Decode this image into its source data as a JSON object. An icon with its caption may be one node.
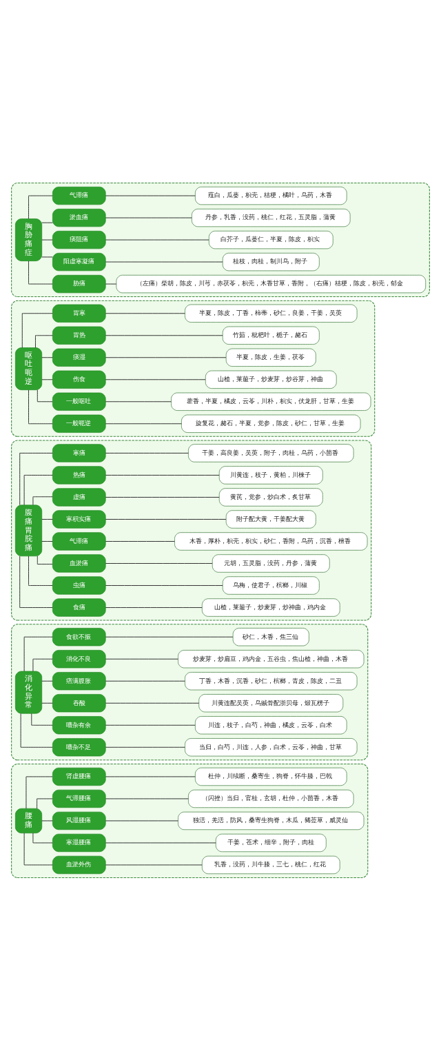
{
  "diagram": {
    "nodes": [
      {
        "text": [],
        "shape": "box"
      },
      {
        "text": [
          "胸胁痛症"
        ],
        "in": 0
      },
      {
        "text": [
          "气滞痛"
        ],
        "in": 0
      },
      {
        "text": [
          "薤白，瓜蒌，枳壳，桔梗，橘叶，乌药，木香"
        ],
        "in": 0
      },
      {
        "text": [
          "淤血痛"
        ],
        "in": 0
      },
      {
        "text": [
          "丹参，乳香，没药，桃仁，红花，五灵脂，蒲黄"
        ],
        "in": 0
      },
      {
        "text": [
          "痰阻痛"
        ],
        "in": 0
      },
      {
        "text": [
          "白芥子，瓜蒌仁，半夏，陈皮，枳实"
        ],
        "in": 0
      },
      {
        "text": [
          "阳虚寒凝痛"
        ],
        "in": 0
      },
      {
        "text": [
          "桂枝，肉桂，制川乌，附子"
        ],
        "in": 0
      },
      {
        "text": [
          "胁痛"
        ],
        "in": 0
      },
      {
        "text": [
          "（左痛）柴胡，陈皮，川芎，赤茯苓，枳壳，木香甘草，香附，（右痛）桔梗，陈皮，枳壳，郁金"
        ],
        "in": 0
      },
      {
        "text": [],
        "shape": "box"
      },
      {
        "text": [
          "呕吐呃逆"
        ],
        "in": 12
      },
      {
        "text": [
          "胃寒"
        ],
        "in": 12
      },
      {
        "text": [
          "半夏，陈皮，丁香，柿蒂，砂仁，良姜，干姜，吴萸"
        ],
        "in": 12
      },
      {
        "text": [
          "胃热"
        ],
        "in": 12
      },
      {
        "text": [
          "竹茹，枇杷叶，栀子，赭石"
        ],
        "in": 12
      },
      {
        "text": [
          "痰湿"
        ],
        "in": 12
      },
      {
        "text": [
          "半夏，陈皮，生姜，茯苓"
        ],
        "in": 12
      },
      {
        "text": [
          "伤食"
        ],
        "in": 12
      },
      {
        "text": [
          "山楂，莱菔子，炒麦芽，炒谷芽，神曲"
        ],
        "in": 12
      },
      {
        "text": [
          "一般呕吐"
        ],
        "in": 12
      },
      {
        "text": [
          "藿香，半夏，橘皮，云苓，川朴，枳实，伏龙肝，甘草，生姜"
        ],
        "in": 12
      },
      {
        "text": [
          "一般呃逆"
        ],
        "in": 12
      },
      {
        "text": [
          "旋复花，赭石，半夏，党参，陈皮，砂仁，甘草，生姜"
        ],
        "in": 12
      },
      {
        "text": [],
        "shape": "box"
      },
      {
        "text": [
          "腹痛胃脘痛"
        ],
        "in": 26
      },
      {
        "text": [
          "寒痛"
        ],
        "in": 26
      },
      {
        "text": [
          "干姜，高良姜，吴萸，附子，肉桂，乌药，小茴香"
        ],
        "in": 26
      },
      {
        "text": [
          "热痛"
        ],
        "in": 26
      },
      {
        "text": [
          "川黄连，枝子，黄柏，川楝子"
        ],
        "in": 26
      },
      {
        "text": [
          "虚痛"
        ],
        "in": 26
      },
      {
        "text": [
          "黄芪，党参，炒白术，炙甘草"
        ],
        "in": 26
      },
      {
        "text": [
          "寒积实痛"
        ],
        "in": 26
      },
      {
        "text": [
          "附子配大黄，干姜配大黄"
        ],
        "in": 26
      },
      {
        "text": [
          "气滞痛"
        ],
        "in": 26
      },
      {
        "text": [
          "木香，厚朴，枳壳，枳实，砂仁，香附，乌药，沉香，檀香"
        ],
        "in": 26
      },
      {
        "text": [
          "血淤痛"
        ],
        "in": 26
      },
      {
        "text": [
          "元胡，五灵脂，没药，丹参，蒲黄"
        ],
        "in": 26
      },
      {
        "text": [
          "虫痛"
        ],
        "in": 26
      },
      {
        "text": [
          "乌梅，使君子，槟榔，川椒"
        ],
        "in": 26
      },
      {
        "text": [
          "食痛"
        ],
        "in": 26
      },
      {
        "text": [
          "山楂，莱菔子，炒麦芽，炒神曲，鸡内金"
        ],
        "in": 26
      },
      {
        "text": [],
        "shape": "box"
      },
      {
        "text": [
          "消化异常"
        ],
        "in": 44
      },
      {
        "text": [
          "食欲不振"
        ],
        "in": 44
      },
      {
        "text": [
          "砂仁，木香，焦三仙"
        ],
        "in": 44
      },
      {
        "text": [
          "消化不良"
        ],
        "in": 44
      },
      {
        "text": [
          "炒麦芽，炒扁豆，鸡内金，五谷虫，焦山楂，神曲，木香"
        ],
        "in": 44
      },
      {
        "text": [
          "痞满腹胀"
        ],
        "in": 44
      },
      {
        "text": [
          "丁香，木香，沉香，砂仁，槟榔，青皮，陈皮，二丑"
        ],
        "in": 44
      },
      {
        "text": [
          "吞酸"
        ],
        "in": 44
      },
      {
        "text": [
          "川黄连配吴萸，乌贼骨配浙贝母，煅瓦楞子"
        ],
        "in": 44
      },
      {
        "text": [
          "嘈杂有余"
        ],
        "in": 44
      },
      {
        "text": [
          "川连，枝子，白芍，神曲，橘皮，云苓，白术"
        ],
        "in": 44
      },
      {
        "text": [
          "嘈杂不足"
        ],
        "in": 44
      },
      {
        "text": [
          "当归，白芍，川连，人参，白术，云苓，神曲，甘草"
        ],
        "in": 44
      },
      {
        "text": [],
        "shape": "box"
      },
      {
        "text": [
          "腰痛"
        ],
        "in": 58
      },
      {
        "text": [
          "肾虚腰痛"
        ],
        "in": 58
      },
      {
        "text": [
          "杜仲，川续断，桑寄生，狗脊，怀牛膝，巴戟"
        ],
        "in": 58
      },
      {
        "text": [
          "气滞腰痛"
        ],
        "in": 58
      },
      {
        "text": [
          "（闪挫）当归，官桂，玄胡，杜仲，小茴香，木香"
        ],
        "in": 58
      },
      {
        "text": [
          "风湿腰痛"
        ],
        "in": 58
      },
      {
        "text": [
          "独活，羌活，防风，桑寄生狗脊，木瓜，豨莶草，威灵仙"
        ],
        "in": 58
      },
      {
        "text": [
          "寒湿腰痛"
        ],
        "in": 58
      },
      {
        "text": [
          "干姜，苍术，细辛，附子，肉桂"
        ],
        "in": 58
      },
      {
        "text": [
          "血淤外伤"
        ],
        "in": 58
      },
      {
        "text": [
          "乳香，没药，川牛膝，三七，桃仁，红花"
        ],
        "in": 58
      }
    ],
    "edges": [
      {
        "from": 1,
        "to": 2,
        "arrow": "none"
      },
      {
        "from": 2,
        "to": 3,
        "arrow": "none"
      },
      {
        "from": 1,
        "to": 4,
        "arrow": "none"
      },
      {
        "from": 4,
        "to": 5,
        "arrow": "none"
      },
      {
        "from": 1,
        "to": 6,
        "arrow": "none"
      },
      {
        "from": 6,
        "to": 7,
        "arrow": "none"
      },
      {
        "from": 1,
        "to": 8,
        "arrow": "none"
      },
      {
        "from": 8,
        "to": 9,
        "arrow": "none"
      },
      {
        "from": 1,
        "to": 10,
        "arrow": "none"
      },
      {
        "from": 10,
        "to": 11,
        "arrow": "none"
      },
      {
        "from": 13,
        "to": 14,
        "arrow": "none"
      },
      {
        "from": 14,
        "to": 15,
        "arrow": "none"
      },
      {
        "from": 13,
        "to": 16,
        "arrow": "none"
      },
      {
        "from": 16,
        "to": 17,
        "arrow": "none"
      },
      {
        "from": 13,
        "to": 18,
        "arrow": "none"
      },
      {
        "from": 18,
        "to": 19,
        "arrow": "none"
      },
      {
        "from": 13,
        "to": 20,
        "arrow": "none"
      },
      {
        "from": 20,
        "to": 21,
        "arrow": "none"
      },
      {
        "from": 13,
        "to": 22,
        "arrow": "none"
      },
      {
        "from": 22,
        "to": 23,
        "arrow": "none"
      },
      {
        "from": 13,
        "to": 24,
        "arrow": "none"
      },
      {
        "from": 24,
        "to": 25,
        "arrow": "none"
      },
      {
        "from": 27,
        "to": 28,
        "arrow": "none"
      },
      {
        "from": 28,
        "to": 29,
        "arrow": "none"
      },
      {
        "from": 27,
        "to": 30,
        "arrow": "none"
      },
      {
        "from": 30,
        "to": 31,
        "arrow": "none"
      },
      {
        "from": 27,
        "to": 32,
        "arrow": "none"
      },
      {
        "from": 32,
        "to": 33,
        "arrow": "none"
      },
      {
        "from": 27,
        "to": 34,
        "arrow": "none"
      },
      {
        "from": 34,
        "to": 35,
        "arrow": "none"
      },
      {
        "from": 27,
        "to": 36,
        "arrow": "none"
      },
      {
        "from": 36,
        "to": 37,
        "arrow": "none"
      },
      {
        "from": 27,
        "to": 38,
        "arrow": "none"
      },
      {
        "from": 38,
        "to": 39,
        "arrow": "none"
      },
      {
        "from": 27,
        "to": 40,
        "arrow": "none"
      },
      {
        "from": 40,
        "to": 41,
        "arrow": "none"
      },
      {
        "from": 27,
        "to": 42,
        "arrow": "none"
      },
      {
        "from": 42,
        "to": 43,
        "arrow": "none"
      },
      {
        "from": 45,
        "to": 46,
        "arrow": "none"
      },
      {
        "from": 46,
        "to": 47,
        "arrow": "none"
      },
      {
        "from": 45,
        "to": 48,
        "arrow": "none"
      },
      {
        "from": 48,
        "to": 49,
        "arrow": "none"
      },
      {
        "from": 45,
        "to": 50,
        "arrow": "none"
      },
      {
        "from": 50,
        "to": 51,
        "arrow": "none"
      },
      {
        "from": 45,
        "to": 52,
        "arrow": "none"
      },
      {
        "from": 52,
        "to": 53,
        "arrow": "none"
      },
      {
        "from": 45,
        "to": 54,
        "arrow": "none"
      },
      {
        "from": 54,
        "to": 55,
        "arrow": "none"
      },
      {
        "from": 45,
        "to": 56,
        "arrow": "none"
      },
      {
        "from": 56,
        "to": 57,
        "arrow": "none"
      },
      {
        "from": 59,
        "to": 60,
        "arrow": "none"
      },
      {
        "from": 60,
        "to": 61,
        "arrow": "none"
      },
      {
        "from": 59,
        "to": 62,
        "arrow": "none"
      },
      {
        "from": 62,
        "to": 63,
        "arrow": "none"
      },
      {
        "from": 59,
        "to": 64,
        "arrow": "none"
      },
      {
        "from": 64,
        "to": 65,
        "arrow": "none"
      },
      {
        "from": 59,
        "to": 66,
        "arrow": "none"
      },
      {
        "from": 66,
        "to": 67,
        "arrow": "none"
      },
      {
        "from": 59,
        "to": 68,
        "arrow": "none"
      },
      {
        "from": 68,
        "to": 69,
        "arrow": "none"
      }
    ]
  }
}
